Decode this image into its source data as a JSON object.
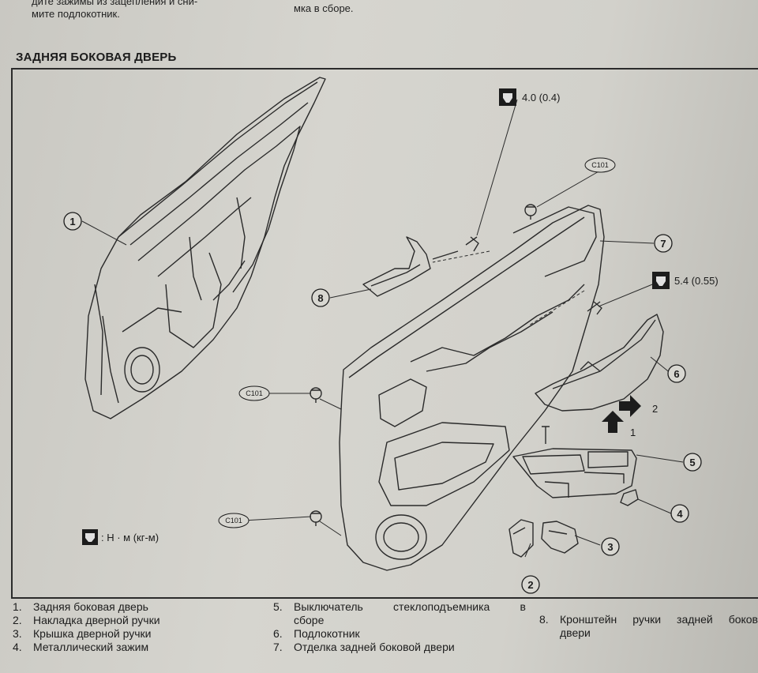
{
  "top_fragments": {
    "left_line1": "дите зажимы из зацепления и сни-",
    "left_line2": "мите подлокотник.",
    "right_line1": "мка в сборе."
  },
  "section_title": "ЗАДНЯЯ БОКОВАЯ ДВЕРЬ",
  "torque_specs": {
    "bolt_upper": "4.0 (0.4)",
    "bolt_armrest": "5.4 (0.55)",
    "units_note": ": Н · м (кг-м)"
  },
  "clip_code": "C101",
  "callouts": [
    "1",
    "2",
    "3",
    "4",
    "5",
    "6",
    "7",
    "8"
  ],
  "direction_labels": [
    "1",
    "2"
  ],
  "legend": [
    {
      "num": "1.",
      "text": "Задняя боковая дверь"
    },
    {
      "num": "2.",
      "text": "Накладка дверной ручки"
    },
    {
      "num": "3.",
      "text": "Крышка дверной ручки"
    },
    {
      "num": "4.",
      "text": "Металлический зажим"
    },
    {
      "num": "5.",
      "text_line1": "Выключатель стеклоподъемника в",
      "text_line2": "сборе"
    },
    {
      "num": "6.",
      "text": "Подлокотник"
    },
    {
      "num": "7.",
      "text": "Отделка задней боковой двери"
    },
    {
      "num": "8.",
      "text_line1": "Кронштейн ручки задней боков",
      "text_line2": "двери"
    }
  ]
}
